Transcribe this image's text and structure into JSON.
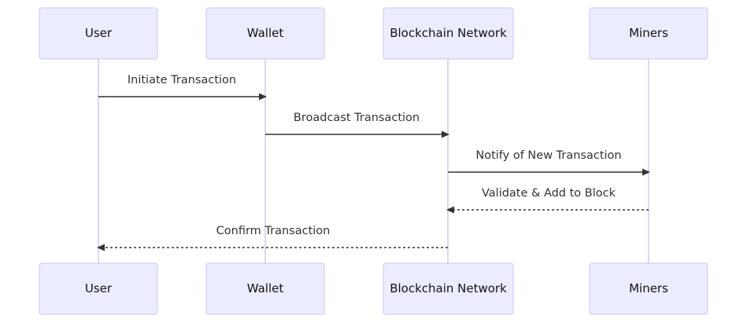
{
  "diagram": {
    "type": "sequence",
    "actors": [
      {
        "id": "user",
        "label": "User"
      },
      {
        "id": "wallet",
        "label": "Wallet"
      },
      {
        "id": "network",
        "label": "Blockchain Network"
      },
      {
        "id": "miners",
        "label": "Miners"
      }
    ],
    "messages": [
      {
        "from": "user",
        "to": "wallet",
        "label": "Initiate Transaction",
        "style": "solid"
      },
      {
        "from": "wallet",
        "to": "network",
        "label": "Broadcast Transaction",
        "style": "solid"
      },
      {
        "from": "network",
        "to": "miners",
        "label": "Notify of New Transaction",
        "style": "solid"
      },
      {
        "from": "miners",
        "to": "network",
        "label": "Validate & Add to Block",
        "style": "dashed"
      },
      {
        "from": "network",
        "to": "user",
        "label": "Confirm Transaction",
        "style": "dashed"
      }
    ],
    "colors": {
      "actor_fill": "#ececff",
      "actor_border": "#c9c9f0",
      "lifeline": "#c8c2e8",
      "arrow": "#333333"
    }
  }
}
